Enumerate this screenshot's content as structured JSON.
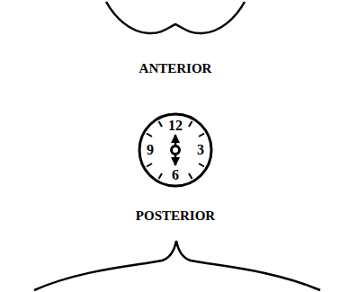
{
  "diagram": {
    "nodes": [
      {
        "text": [
          "12",
          "9",
          "3",
          "6"
        ]
      }
    ],
    "labels": [
      "ANTERIOR",
      "POSTERIOR"
    ]
  }
}
